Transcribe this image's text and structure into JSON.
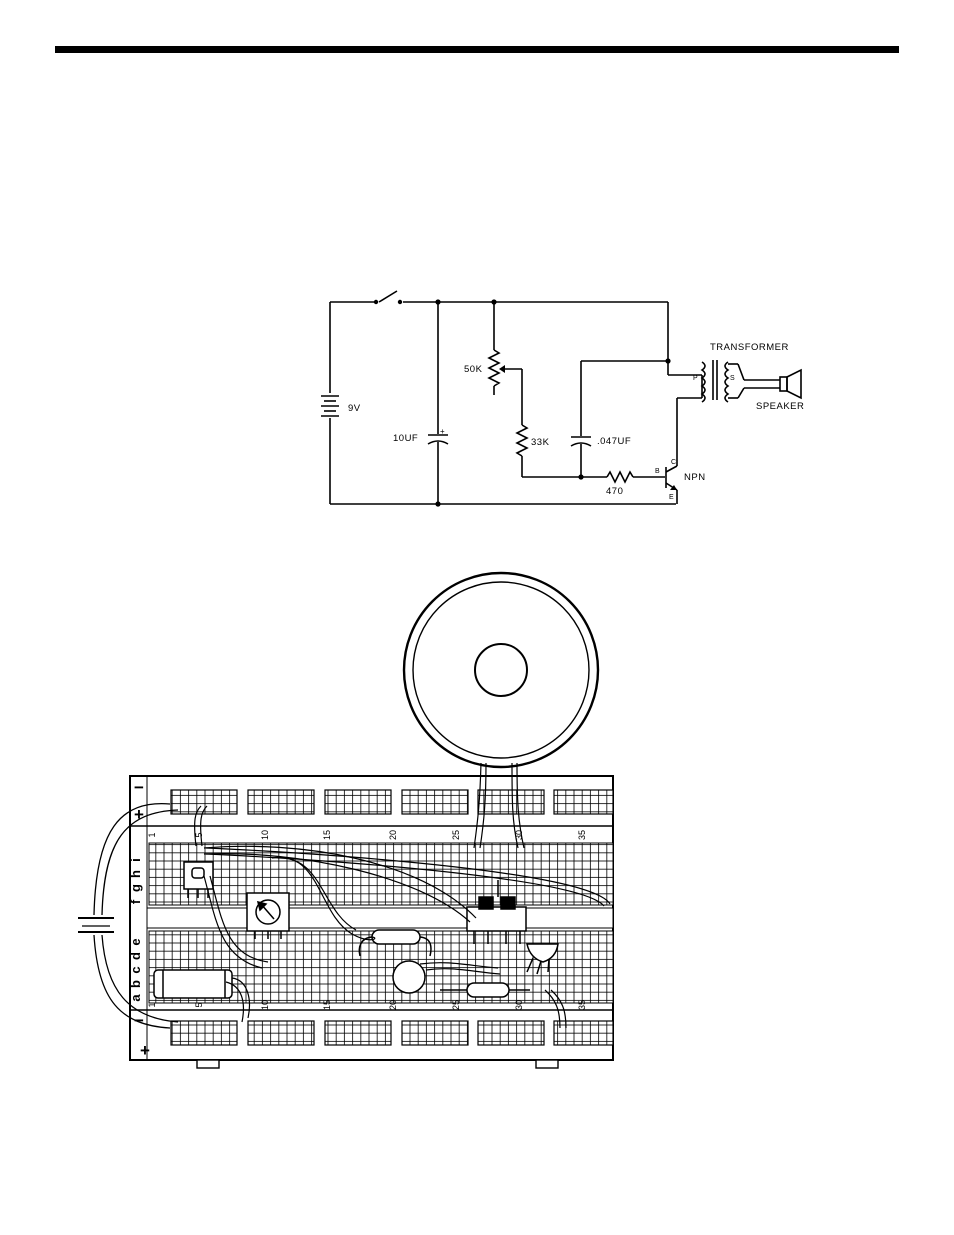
{
  "schematic": {
    "battery": "9V",
    "capacitor_electrolytic": "10UF",
    "capacitor_polarity": "+",
    "potentiometer": "50K",
    "resistor_1": "33K",
    "capacitor_2": ".047UF",
    "resistor_2": "470",
    "transistor": "NPN",
    "pin_b": "B",
    "pin_c": "C",
    "pin_e": "E",
    "transformer": "TRANSFORMER",
    "primary": "P",
    "secondary": "S",
    "speaker": "SPEAKER"
  },
  "breadboard": {
    "column_numbers_top": [
      "1",
      "5",
      "10",
      "15",
      "20",
      "25",
      "30",
      "35"
    ],
    "column_numbers_bottom": [
      "1",
      "5",
      "10",
      "15",
      "20",
      "25",
      "30",
      "35"
    ],
    "rows_top": [
      "f",
      "g",
      "h",
      "i"
    ],
    "rows_bottom": [
      "a",
      "b",
      "c",
      "d",
      "e"
    ],
    "rail_minus": "−",
    "rail_plus": "+"
  }
}
